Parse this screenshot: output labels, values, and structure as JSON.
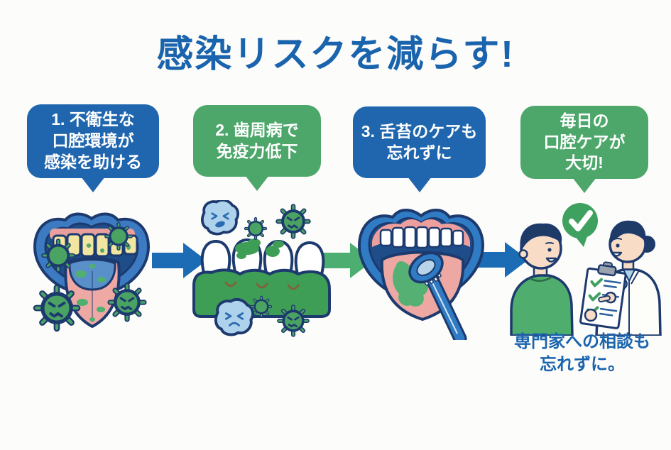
{
  "title": "感染リスクを減らす!",
  "colors": {
    "title_blue": "#1a64ad",
    "bubble_blue": "#1f66ae",
    "bubble_green": "#4da76b",
    "arrow_blue": "#1b6cb5",
    "arrow_green": "#4cae71",
    "check_green": "#3fa15f"
  },
  "steps": [
    {
      "bubble_text": "1. 不衛生な\n口腔環境が\n感染を助ける",
      "bubble_color": "#1f66ae",
      "illustration": "dirty-mouth-with-germs"
    },
    {
      "bubble_text": "2. 歯周病で\n免疫力低下",
      "bubble_color": "#4da76b",
      "illustration": "periodontal-teeth-with-viruses"
    },
    {
      "bubble_text": "3. 舌苔のケアも\n忘れずに",
      "bubble_color": "#1f66ae",
      "illustration": "tongue-scraper-cleaning"
    },
    {
      "bubble_text": "毎日の\n口腔ケアが\n大切!",
      "bubble_color": "#4da76b",
      "illustration": "specialist-consultation"
    }
  ],
  "footnote": "専門家への相談も\n忘れずに。"
}
